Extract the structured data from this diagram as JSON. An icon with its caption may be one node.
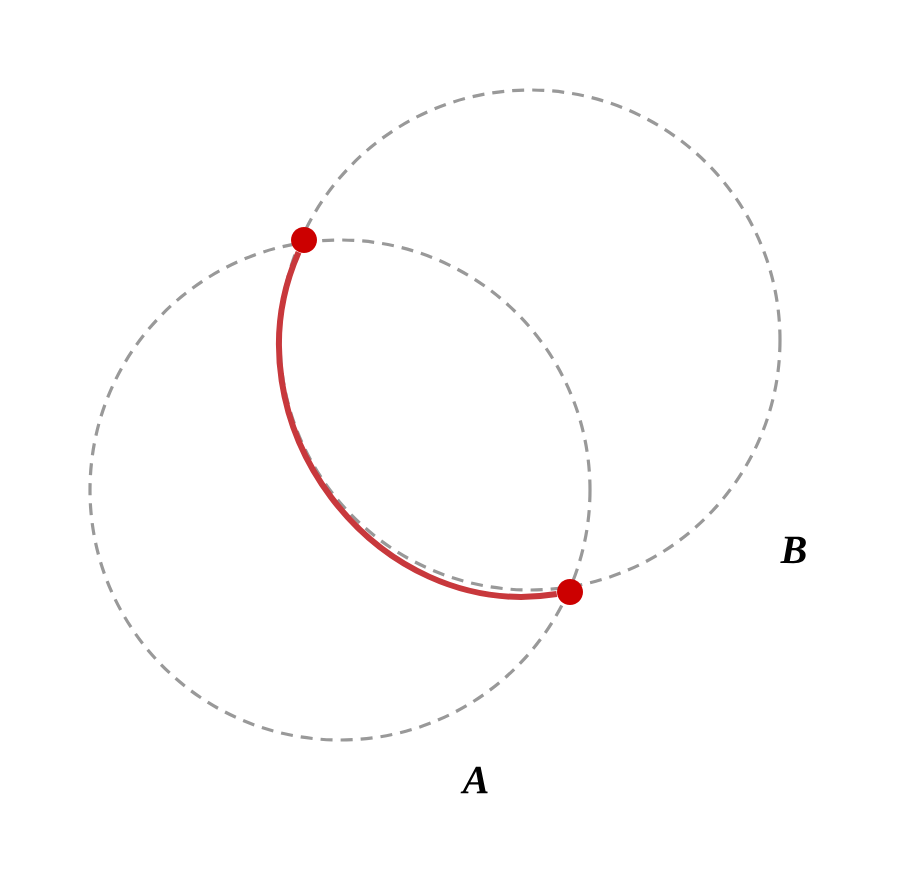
{
  "diagram": {
    "nodes": [
      {
        "text": [],
        "shape": "circle"
      },
      {
        "text": [],
        "shape": "circle"
      }
    ],
    "edges": [
      {
        "from": 0,
        "to": 1,
        "arrow": "none",
        "color": "#c8383c"
      }
    ],
    "labels": [
      "A",
      "B"
    ]
  }
}
